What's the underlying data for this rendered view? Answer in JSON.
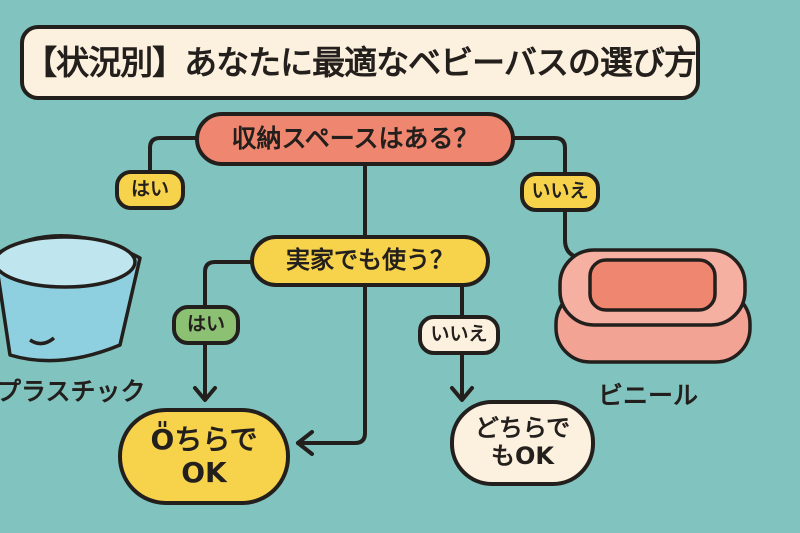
{
  "title": "【状況別】あなたに最適なベビーバスの選び方",
  "question1": "収納スペースはある？",
  "q1_yes": "はい",
  "q1_no": "いいえ",
  "question2": "実家でも使う？",
  "q2_yes": "はい",
  "q2_no": "いいえ",
  "result_yes": "O̎ちらで\nOK",
  "result_no": "どちらで\nもOK",
  "label_plastic": "プラスチック",
  "label_vinyl": "ビニール",
  "colors": {
    "background": "#80c3bf",
    "salmon": "#ef8670",
    "yellow": "#f7d34c",
    "green": "#8cc173",
    "cream": "#fcf0de"
  }
}
